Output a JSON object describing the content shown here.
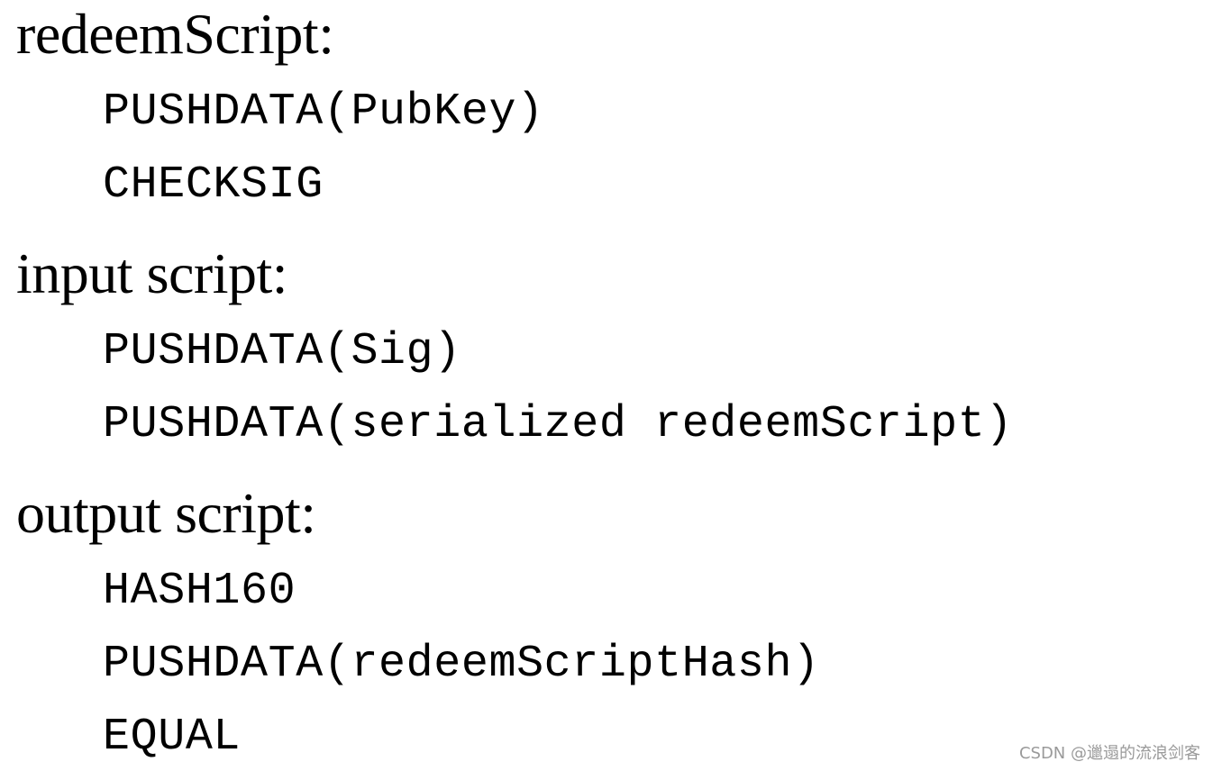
{
  "sections": [
    {
      "heading": "redeemScript:",
      "lines": [
        "PUSHDATA(PubKey)",
        "CHECKSIG"
      ]
    },
    {
      "heading": "input script:",
      "lines": [
        "PUSHDATA(Sig)",
        "PUSHDATA(serialized redeemScript)"
      ]
    },
    {
      "heading": "output script:",
      "lines": [
        "HASH160",
        "PUSHDATA(redeemScriptHash)",
        "EQUAL"
      ]
    }
  ],
  "watermark": "CSDN @邋遢的流浪剑客"
}
